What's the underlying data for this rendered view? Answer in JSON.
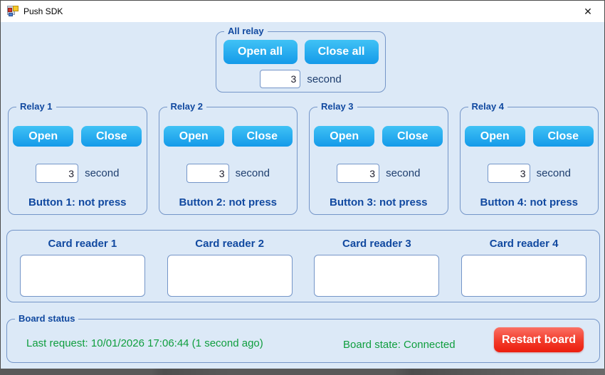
{
  "window": {
    "title": "Push SDK",
    "close_icon": "✕"
  },
  "all_relay": {
    "caption": "All relay",
    "open_all_label": "Open all",
    "close_all_label": "Close all",
    "seconds_value": "3",
    "seconds_unit": "second"
  },
  "relays": [
    {
      "caption": "Relay 1",
      "open_label": "Open",
      "close_label": "Close",
      "seconds_value": "3",
      "seconds_unit": "second",
      "button_status": "Button 1: not press"
    },
    {
      "caption": "Relay 2",
      "open_label": "Open",
      "close_label": "Close",
      "seconds_value": "3",
      "seconds_unit": "second",
      "button_status": "Button 2: not press"
    },
    {
      "caption": "Relay 3",
      "open_label": "Open",
      "close_label": "Close",
      "seconds_value": "3",
      "seconds_unit": "second",
      "button_status": "Button 3: not press"
    },
    {
      "caption": "Relay 4",
      "open_label": "Open",
      "close_label": "Close",
      "seconds_value": "3",
      "seconds_unit": "second",
      "button_status": "Button 4: not press"
    }
  ],
  "card_readers": [
    {
      "caption": "Card reader 1",
      "value": ""
    },
    {
      "caption": "Card reader 2",
      "value": ""
    },
    {
      "caption": "Card reader 3",
      "value": ""
    },
    {
      "caption": "Card reader 4",
      "value": ""
    }
  ],
  "board_status": {
    "caption": "Board status",
    "last_request": "Last request: 10/01/2026 17:06:44 (1 second ago)",
    "board_state": "Board state: Connected",
    "restart_label": "Restart board"
  },
  "colors": {
    "accent_blue_button": "#149ae9",
    "accent_red_button": "#ec1d0e",
    "group_border": "#7495c8",
    "caption_navy": "#1149a0",
    "status_green": "#0f9e3e",
    "window_background": "#dce9f7"
  }
}
